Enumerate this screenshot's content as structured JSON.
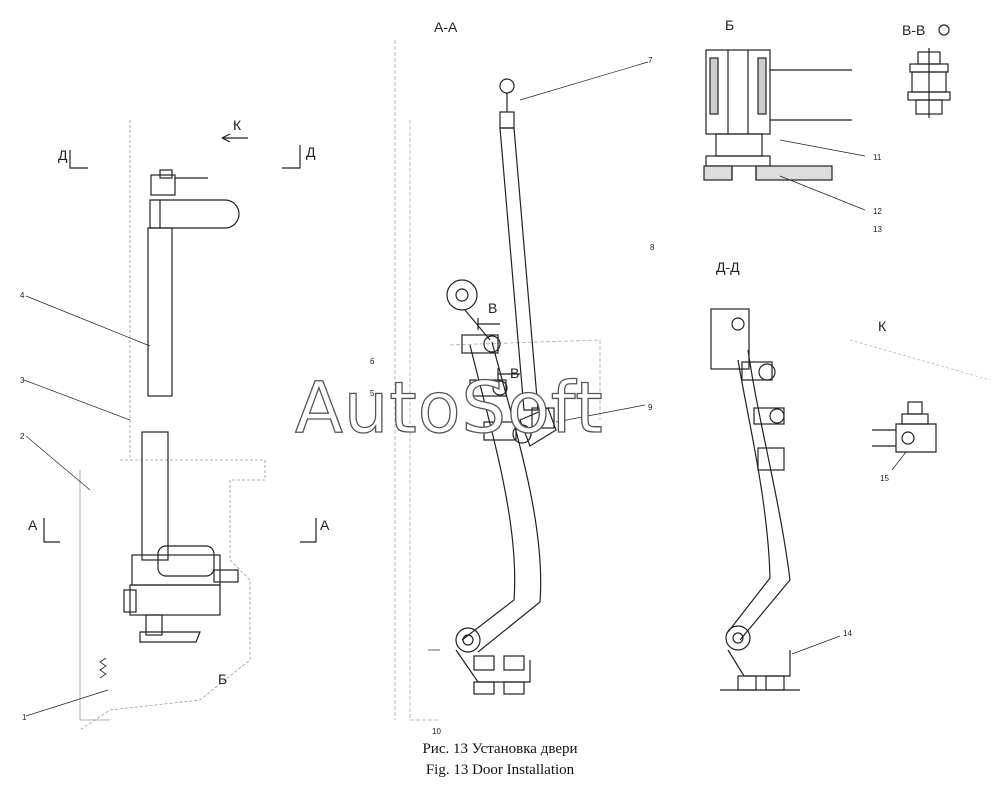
{
  "sections": {
    "a_a_top": "А-А",
    "b_top": "Б",
    "v_v": "В-В",
    "d_d_left": "Д",
    "d_d_right": "Д",
    "k_arrow": "К",
    "a_left": "А",
    "a_right": "А",
    "b_bottom": "Б",
    "v_upper": "В",
    "v_lower": "В",
    "d_d_view": "Д-Д",
    "k_view": "К"
  },
  "callouts": [
    "1",
    "2",
    "3",
    "4",
    "5",
    "6",
    "7",
    "8",
    "9",
    "10",
    "11",
    "12",
    "13",
    "14",
    "15"
  ],
  "watermark": "AutoSoft",
  "caption": {
    "ru": "Рис. 13 Установка двери",
    "en": "Fig. 13 Door Installation"
  }
}
